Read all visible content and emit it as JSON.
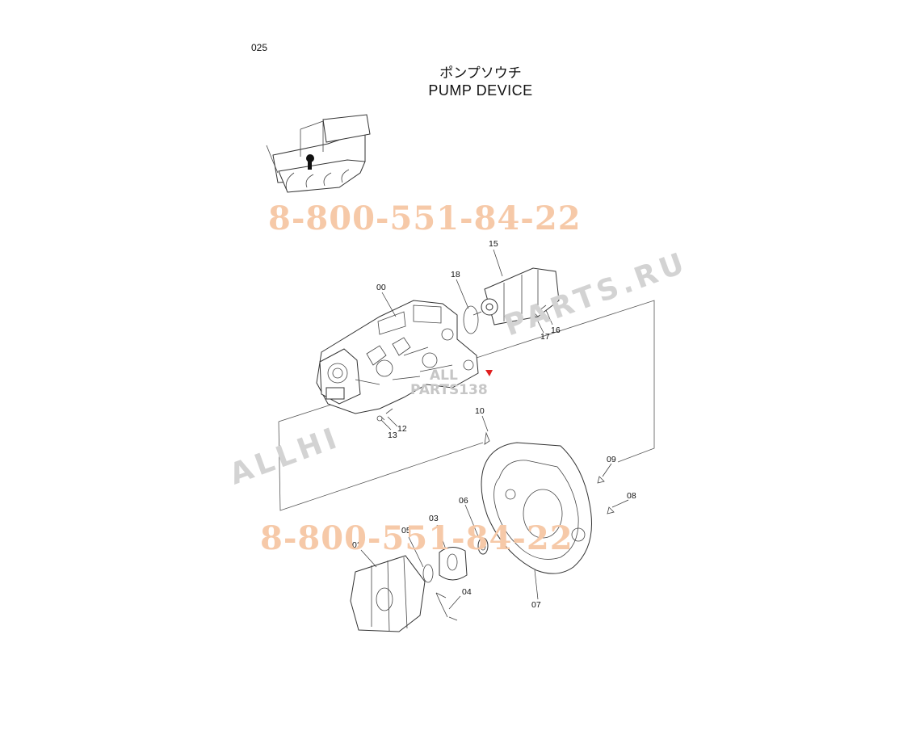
{
  "page_number": "025",
  "title": {
    "japanese": "ポンプソウチ",
    "english": "PUMP DEVICE"
  },
  "watermarks": {
    "phone_top": "8-800-551-84-22",
    "phone_bottom": "8-800-551-84-22",
    "site_left": "ALLHI",
    "site_right": "PARTS.RU",
    "logo_top": "ALL",
    "logo_bottom": "PARTS138"
  },
  "callouts": {
    "c00": "00",
    "c02": "02",
    "c03": "03",
    "c04": "04",
    "c05": "05",
    "c06": "06",
    "c07": "07",
    "c08": "08",
    "c09": "09",
    "c10": "10",
    "c12": "12",
    "c13": "13",
    "c15": "15",
    "c16": "16",
    "c17": "17",
    "c18": "18"
  },
  "colors": {
    "phone_watermark": "#f6c9a8",
    "site_watermark": "#d3d3d3",
    "logo_mark": "#e02020"
  }
}
